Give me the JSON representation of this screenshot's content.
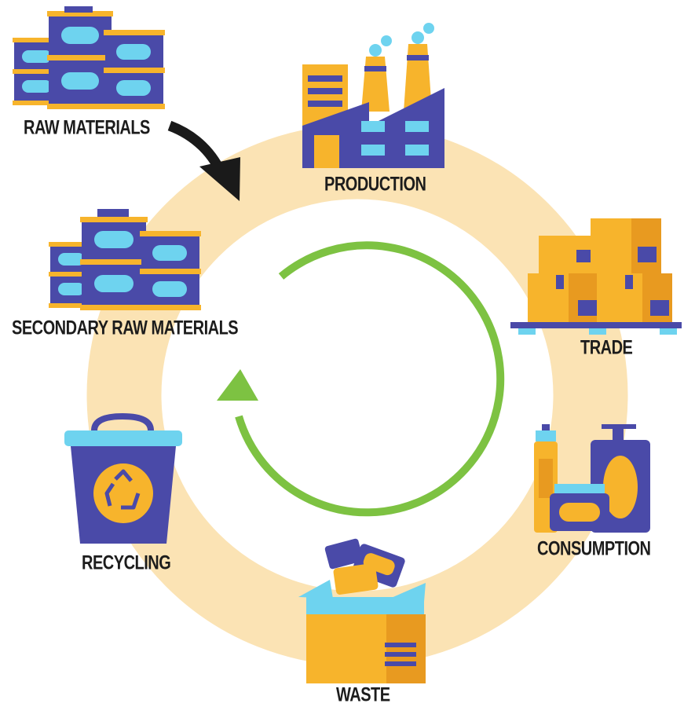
{
  "stages": [
    {
      "id": "raw-materials",
      "label": "RAW MATERIALS",
      "icon": "barrels-icon"
    },
    {
      "id": "production",
      "label": "PRODUCTION",
      "icon": "factory-icon"
    },
    {
      "id": "trade",
      "label": "TRADE",
      "icon": "boxes-pallet-icon"
    },
    {
      "id": "consumption",
      "label": "CONSUMPTION",
      "icon": "products-icon"
    },
    {
      "id": "waste",
      "label": "WASTE",
      "icon": "waste-box-icon"
    },
    {
      "id": "recycling",
      "label": "RECYCLING",
      "icon": "recycling-bin-icon"
    },
    {
      "id": "secondary-raw-materials",
      "label": "SECONDARY RAW MATERIALS",
      "icon": "barrels-icon"
    }
  ],
  "colors": {
    "ring": "#fbe3b4",
    "arrow_green": "#7dc242",
    "arrow_black": "#1a1a1a",
    "navy": "#4a4aa8",
    "orange": "#f7b42c",
    "cyan": "#6ed3ef"
  }
}
